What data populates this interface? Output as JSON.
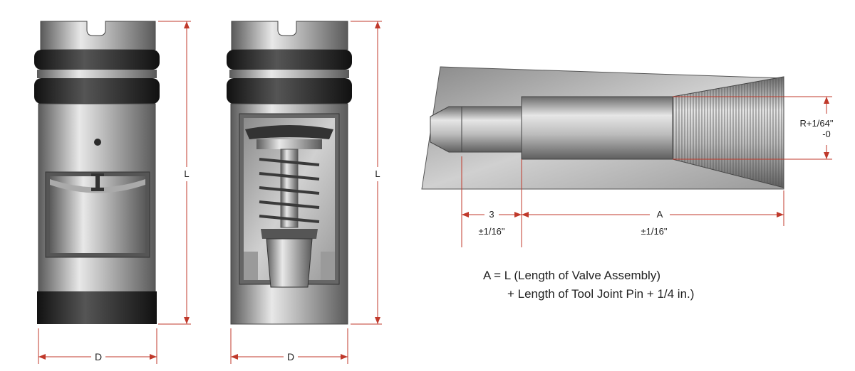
{
  "colors": {
    "steel_light": "#e6e6e6",
    "steel_mid": "#a9a9a9",
    "steel_dark": "#4a4a4a",
    "ring": "#1c1c1c",
    "dim_line": "#c0392b",
    "text": "#222222"
  },
  "valve_closed": {
    "length_label": "L",
    "diameter_label": "D"
  },
  "valve_open": {
    "length_label": "L",
    "diameter_label": "D"
  },
  "tool_joint": {
    "thread_label": "R+1/64\"",
    "thread_tolerance": "-0",
    "dim3_value": "3",
    "dim3_tolerance": "±1/16\"",
    "dimA_value": "A",
    "dimA_tolerance": "±1/16\""
  },
  "formula": {
    "line1": "A = L (Length of Valve Assembly)",
    "line2": "+ Length of Tool Joint Pin + 1/4 in.)"
  }
}
